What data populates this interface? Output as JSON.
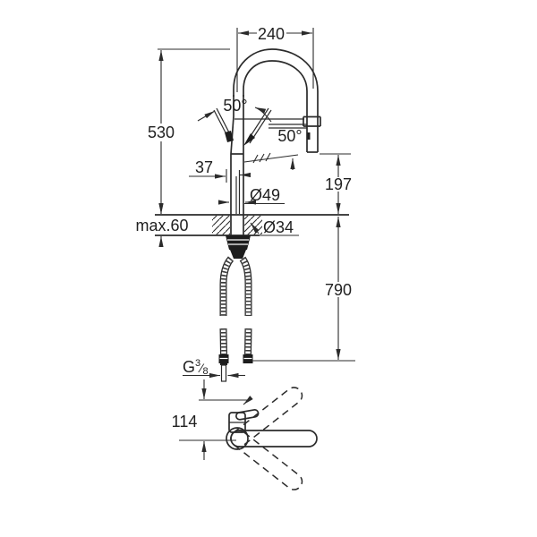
{
  "drawing": {
    "front_view": {
      "dim_projection": "240",
      "dim_height": "530",
      "dim_lever_angle_front": "50°",
      "dim_lever_angle_back": "50°",
      "dim_lever_offset": "37",
      "dim_body_diameter": "Ø49",
      "dim_spout_clearance": "197",
      "dim_max_counter_thickness": "max.60",
      "dim_hole_diameter": "Ø34",
      "dim_hose_length": "790",
      "thread": {
        "base": "G",
        "sup": "3",
        "slash": "⁄",
        "sub": "8"
      }
    },
    "top_view": {
      "dim_swivel_depth": "114"
    },
    "colors": {
      "line": "#2b2b2b",
      "text": "#1f1f1f",
      "background": "#ffffff"
    }
  }
}
